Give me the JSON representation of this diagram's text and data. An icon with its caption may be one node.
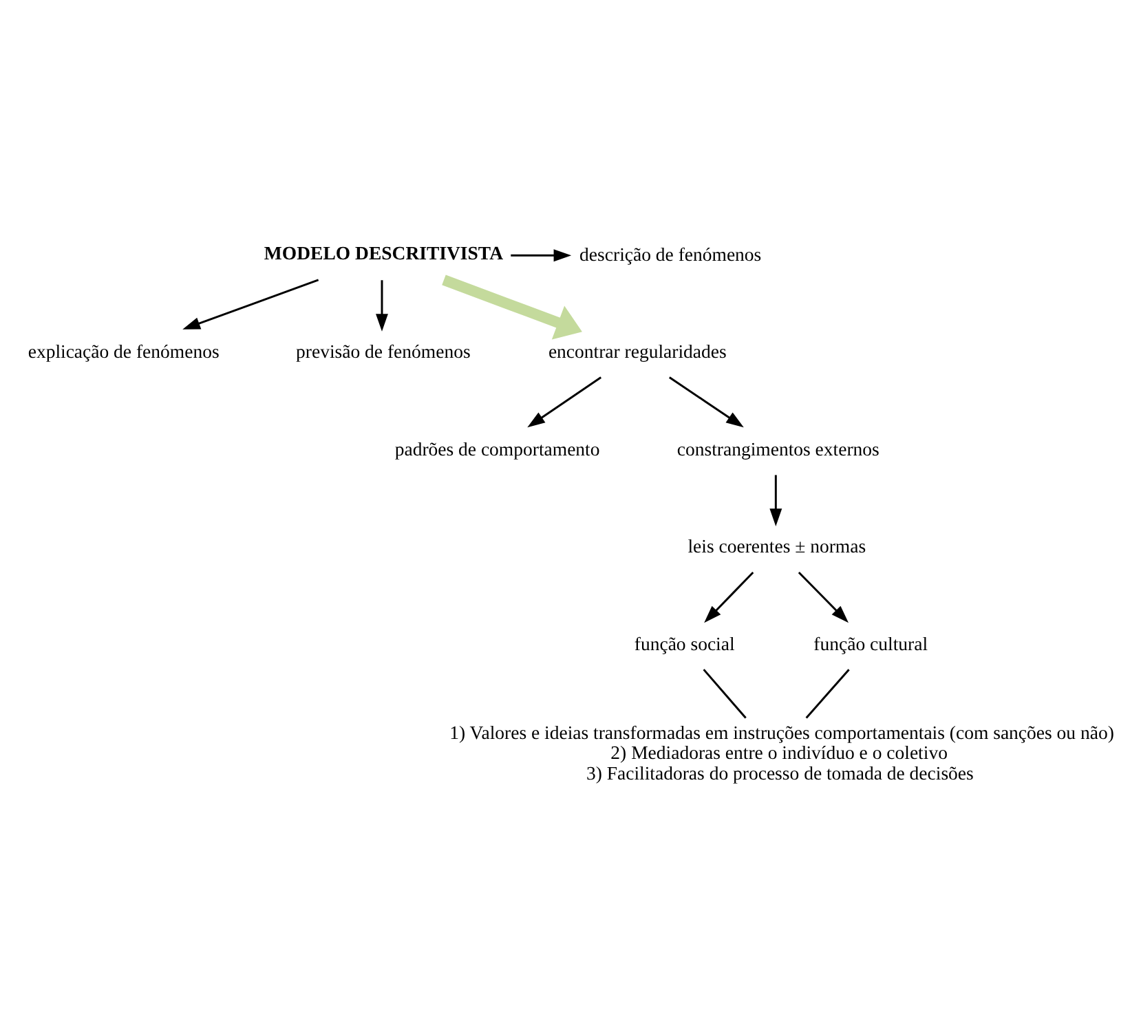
{
  "diagram": {
    "nodes": [
      {
        "text": [
          "MODELO DESCRITIVISTA"
        ]
      },
      {
        "text": [
          "descrição de fenómenos"
        ]
      },
      {
        "text": [
          "explicação de fenómenos"
        ]
      },
      {
        "text": [
          "previsão de fenómenos"
        ]
      },
      {
        "text": [
          "encontrar regularidades"
        ]
      },
      {
        "text": [
          "padrões de comportamento"
        ]
      },
      {
        "text": [
          "constrangimentos externos"
        ]
      },
      {
        "text": [
          "leis coerentes ± normas"
        ]
      },
      {
        "text": [
          "função social"
        ]
      },
      {
        "text": [
          "função cultural"
        ]
      },
      {
        "text": [
          "1) Valores e ideias transformadas em instruções comportamentais (com sanções ou não)",
          "2) Mediadoras entre o indivíduo e o coletivo",
          "3) Facilitadoras do processo de tomada de decisões"
        ]
      }
    ],
    "edges": [
      {
        "from": 0,
        "to": 1,
        "arrow": "to"
      },
      {
        "from": 0,
        "to": 2,
        "arrow": "to"
      },
      {
        "from": 0,
        "to": 3,
        "arrow": "to"
      },
      {
        "from": 0,
        "to": 4,
        "arrow": "to",
        "style": "thick",
        "color": "#c4da9c"
      },
      {
        "from": 4,
        "to": 5,
        "arrow": "to"
      },
      {
        "from": 4,
        "to": 6,
        "arrow": "to"
      },
      {
        "from": 6,
        "to": 7,
        "arrow": "to"
      },
      {
        "from": 7,
        "to": 8,
        "arrow": "to"
      },
      {
        "from": 7,
        "to": 9,
        "arrow": "to"
      },
      {
        "from": 8,
        "to": 10,
        "arrow": "none"
      },
      {
        "from": 9,
        "to": 10,
        "arrow": "none"
      }
    ]
  }
}
